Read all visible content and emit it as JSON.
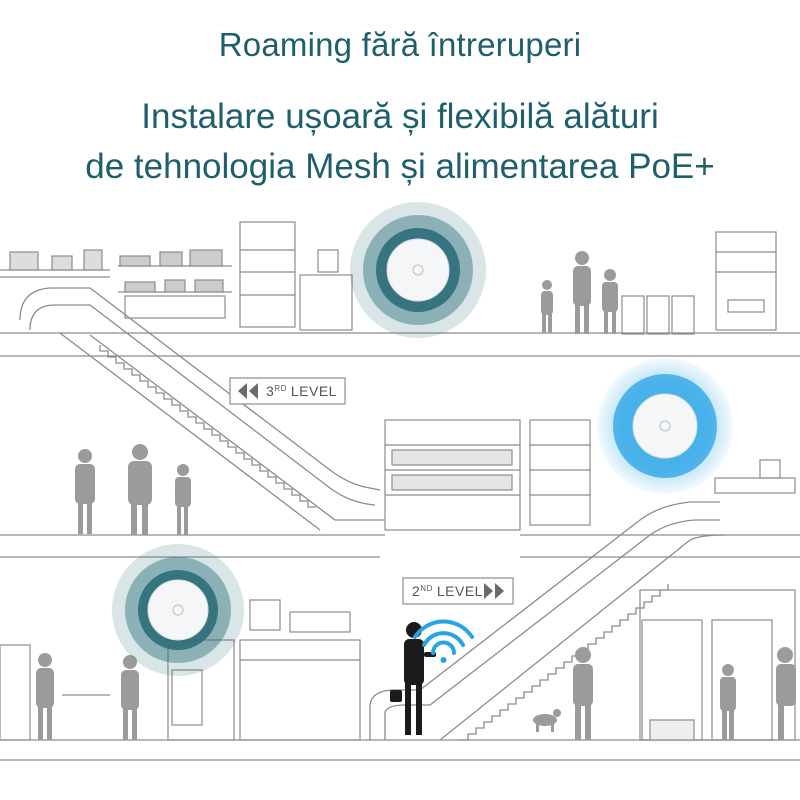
{
  "headline": {
    "line1": "Roaming fără întreruperi",
    "line2a": "Instalare ușoară și flexibilă alături",
    "line2b": "de tehnologia Mesh și alimentarea PoE+"
  },
  "levels": {
    "third": {
      "num": "3",
      "sup": "RD",
      "word": "LEVEL"
    },
    "second": {
      "num": "2",
      "sup": "ND",
      "word": "LEVEL"
    }
  },
  "colors": {
    "headline": "#1e5f6b",
    "ap_teal": "#2c6e7a",
    "ap_blue": "#27a3e6",
    "line": "#8c8c8c",
    "silhouette": "#9b9b9b"
  },
  "icons": {
    "access_point": "ceiling-access-point-icon",
    "wifi": "wifi-signal-icon",
    "left_arrows": "double-chevron-left-icon",
    "right_arrows": "double-chevron-right-icon"
  }
}
